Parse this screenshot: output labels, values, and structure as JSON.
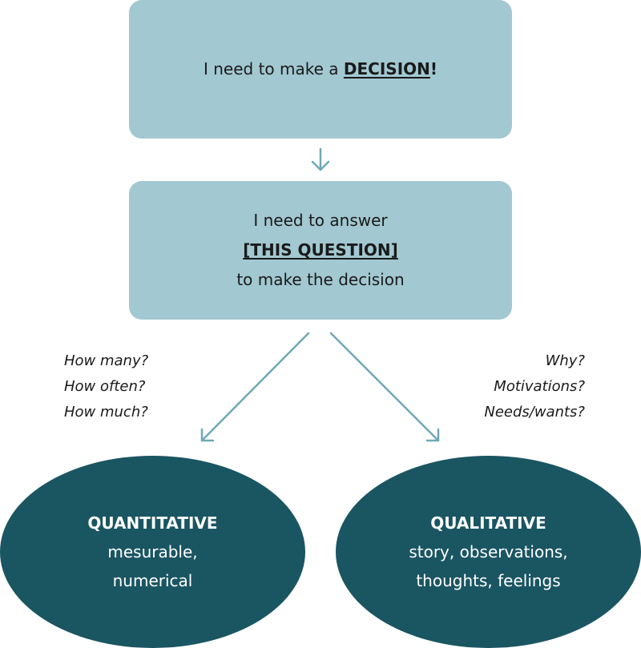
{
  "decision_box": {
    "prefix": "I need to make a ",
    "emphasis": "DECISION",
    "suffix": "!"
  },
  "question_box": {
    "line1": "I need to answer",
    "emphasis": "[THIS QUESTION]",
    "line3": "to make the decision"
  },
  "quantitative_questions": [
    "How many?",
    "How often?",
    "How much?"
  ],
  "qualitative_questions": [
    "Why?",
    "Motivations?",
    "Needs/wants?"
  ],
  "quantitative": {
    "title": "QUANTITATIVE",
    "desc_line1": "mesurable,",
    "desc_line2": "numerical"
  },
  "qualitative": {
    "title": "QUALITATIVE",
    "desc_line1": "story, observations,",
    "desc_line2": "thoughts, feelings"
  },
  "colors": {
    "box_fill": "#a2c8d1",
    "oval_fill": "#1a5562",
    "arrow": "#6fa8b8"
  }
}
